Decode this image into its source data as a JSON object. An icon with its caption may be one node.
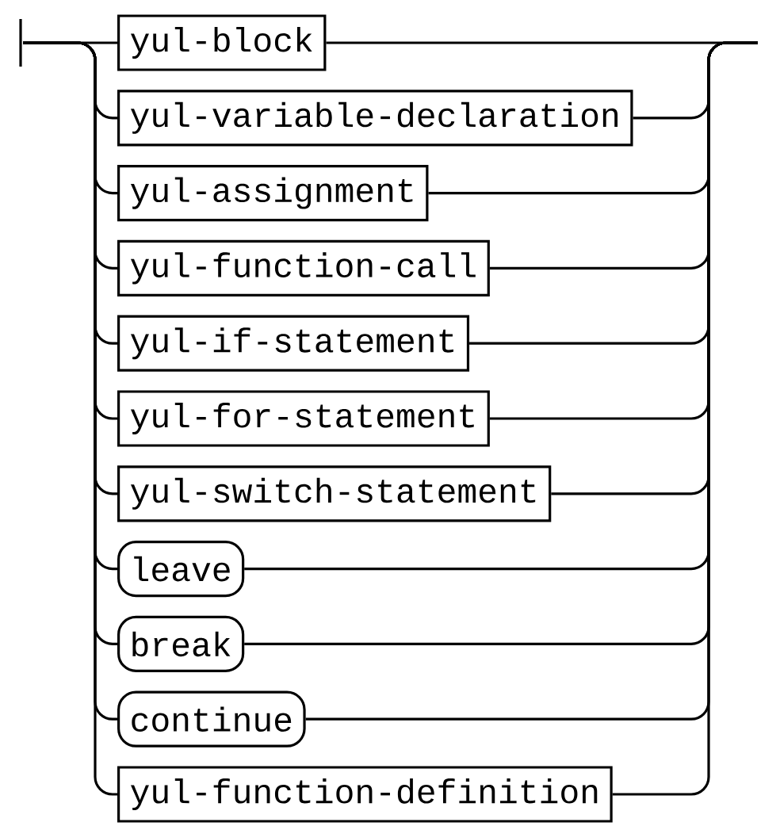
{
  "diagram": {
    "nodes": [
      {
        "text": [],
        "shape": "bar"
      },
      {
        "text": [
          "yul-block"
        ]
      },
      {
        "text": [
          "yul-variable-declaration"
        ]
      },
      {
        "text": [
          "yul-assignment"
        ]
      },
      {
        "text": [
          "yul-function-call"
        ]
      },
      {
        "text": [
          "yul-if-statement"
        ]
      },
      {
        "text": [
          "yul-for-statement"
        ]
      },
      {
        "text": [
          "yul-switch-statement"
        ]
      },
      {
        "text": [
          "leave"
        ]
      },
      {
        "text": [
          "break"
        ]
      },
      {
        "text": [
          "continue"
        ]
      },
      {
        "text": [
          "yul-function-definition"
        ]
      }
    ],
    "edges": [
      {
        "from": 0,
        "to": 1,
        "arrow": "none"
      },
      {
        "from": 0,
        "to": 2,
        "arrow": "none"
      },
      {
        "from": 0,
        "to": 3,
        "arrow": "none"
      },
      {
        "from": 0,
        "to": 4,
        "arrow": "none"
      },
      {
        "from": 0,
        "to": 5,
        "arrow": "none"
      },
      {
        "from": 0,
        "to": 6,
        "arrow": "none"
      },
      {
        "from": 0,
        "to": 7,
        "arrow": "none"
      },
      {
        "from": 0,
        "to": 8,
        "arrow": "none"
      },
      {
        "from": 0,
        "to": 9,
        "arrow": "none"
      },
      {
        "from": 0,
        "to": 10,
        "arrow": "none"
      },
      {
        "from": 0,
        "to": 11,
        "arrow": "none"
      },
      {
        "from": 1,
        "to": null,
        "arrow": "none"
      },
      {
        "from": 2,
        "to": null,
        "arrow": "none"
      },
      {
        "from": 3,
        "to": null,
        "arrow": "none"
      },
      {
        "from": 4,
        "to": null,
        "arrow": "none"
      },
      {
        "from": 5,
        "to": null,
        "arrow": "none"
      },
      {
        "from": 6,
        "to": null,
        "arrow": "none"
      },
      {
        "from": 7,
        "to": null,
        "arrow": "none"
      },
      {
        "from": 8,
        "to": null,
        "arrow": "none"
      },
      {
        "from": 9,
        "to": null,
        "arrow": "none"
      },
      {
        "from": 10,
        "to": null,
        "arrow": "none"
      },
      {
        "from": 11,
        "to": null,
        "arrow": "none"
      }
    ]
  }
}
